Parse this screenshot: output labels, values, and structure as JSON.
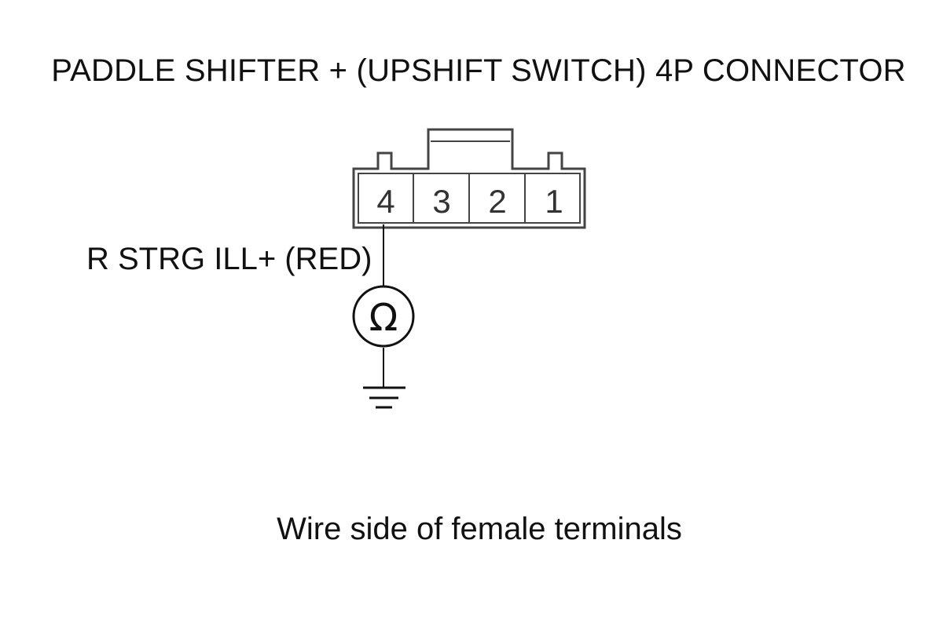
{
  "title": "PADDLE SHIFTER + (UPSHIFT SWITCH) 4P CONNECTOR",
  "connector": {
    "pins": [
      "4",
      "3",
      "2",
      "1"
    ]
  },
  "wire": {
    "label": "R STRG ILL+ (RED)",
    "pin": "4"
  },
  "meter": {
    "symbol": "Ω",
    "icon": "ohmmeter-icon"
  },
  "ground": {
    "icon": "ground-icon"
  },
  "caption": "Wire side of female terminals"
}
